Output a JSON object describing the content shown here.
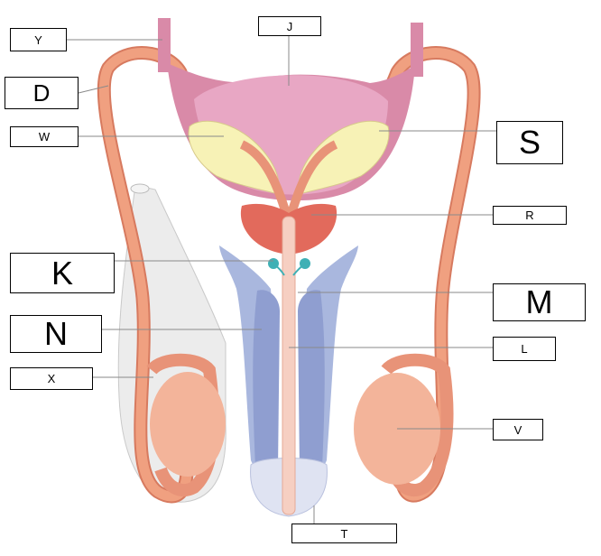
{
  "labels": {
    "Y": "Y",
    "J": "J",
    "D": "D",
    "W": "W",
    "S": "S",
    "R": "R",
    "K": "K",
    "M": "M",
    "N": "N",
    "L": "L",
    "X": "X",
    "V": "V",
    "T": "T"
  },
  "colors": {
    "skin": "#f0a080",
    "skin_dark": "#d77a5f",
    "bladder": "#e8a7c4",
    "bladder_wall": "#d98aa8",
    "seminal_vesicle": "#f7f2b6",
    "prostate": "#e26a5c",
    "erectile": "#a9b7de",
    "erectile_dark": "#8f9ed0",
    "bulbourethral": "#3fb0b5",
    "scrotum": "#e9e9e9",
    "testis": "#f3b49a",
    "leader": "#8a8a8a"
  }
}
